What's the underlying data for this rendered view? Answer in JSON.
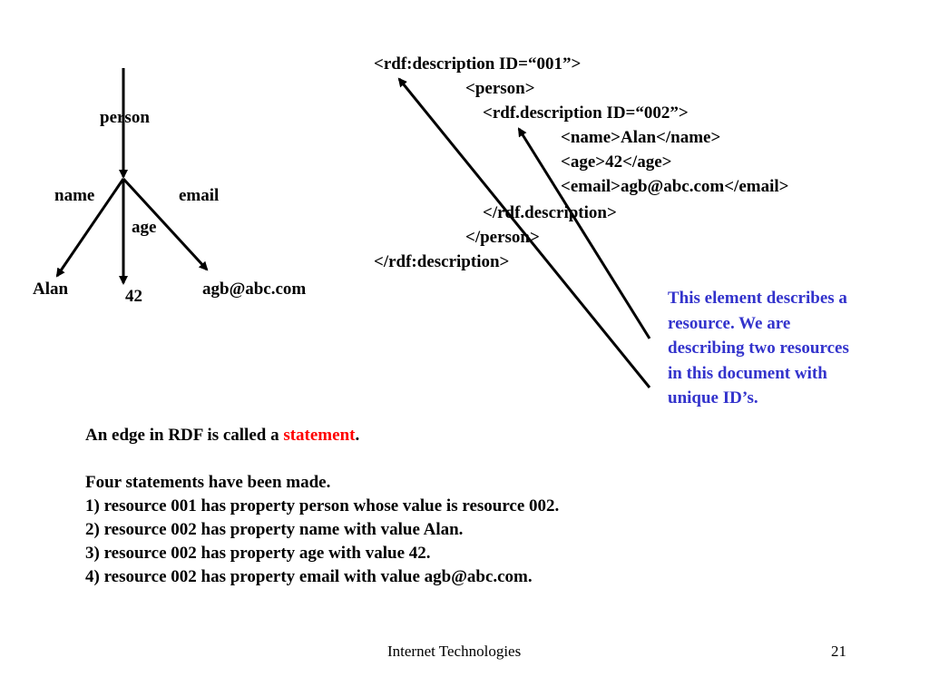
{
  "diagram": {
    "labels": {
      "person": "person",
      "name": "name",
      "email": "email",
      "age": "age",
      "alan": "Alan",
      "value_42": "42",
      "email_value": "agb@abc.com"
    }
  },
  "code": {
    "lines": [
      "<rdf:description ID=“001”>",
      "<person>",
      "<rdf.description ID=“002”>",
      "<name>Alan</name>",
      "<age>42</age>",
      "<email>agb@abc.com</email>",
      "</rdf.description>",
      "</person>",
      "</rdf:description>"
    ]
  },
  "note": {
    "lines": [
      "This element describes a",
      "resource.  We are",
      "describing two resources",
      "in this document with",
      "unique ID’s."
    ]
  },
  "body": {
    "intro_prefix": "An edge in RDF is called a ",
    "intro_highlight": "statement",
    "intro_suffix": ".",
    "summary": "Four statements have been made.",
    "statements": [
      "1) resource 001 has property person whose value is resource 002.",
      "2) resource 002 has property name with value Alan.",
      "3) resource 002 has property age with value 42.",
      "4) resource 002 has property email with value agb@abc.com."
    ]
  },
  "footer": {
    "course": "Internet Technologies",
    "page_number": "21"
  },
  "colors": {
    "highlight": "#ff0000",
    "note": "#3333cc"
  }
}
